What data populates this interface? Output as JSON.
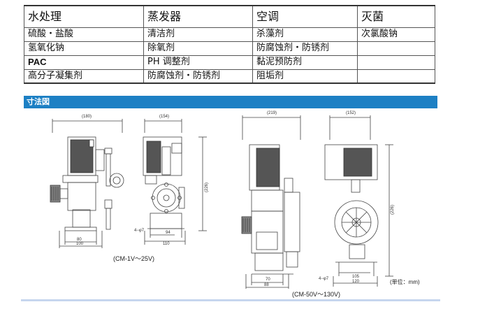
{
  "table": {
    "headers": [
      "水处理",
      "蒸发器",
      "空调",
      "灭菌"
    ],
    "rows": [
      [
        "硫酸・盐酸",
        "清洁剂",
        "杀藻剂",
        "次氯酸钠"
      ],
      [
        "氢氧化钠",
        "除氧剂",
        "防腐蚀剂・防锈剂",
        ""
      ],
      [
        "PAC",
        "PH 调整剂",
        "黏泥预防剂",
        ""
      ],
      [
        "高分子凝集剂",
        "防腐蚀剂・防锈剂",
        "阻垢剂",
        ""
      ]
    ]
  },
  "section": {
    "title": "寸法図"
  },
  "drawings": {
    "small": {
      "caption": "(CM-1V～25V)",
      "front": {
        "width_top": "(180)",
        "inner_width": "80",
        "base_width": "100"
      },
      "side": {
        "width_top": "(154)",
        "height": "(226)",
        "hole": "4−φ7",
        "inner_width": "94",
        "base_width": "110"
      }
    },
    "large": {
      "caption": "(CM-50V～130V)",
      "front": {
        "width_top": "(219)",
        "inner_width": "70",
        "base_width": "88"
      },
      "side": {
        "width_top": "(152)",
        "height": "(226)",
        "hole": "4−φ7",
        "inner_width": "105",
        "base_width": "120"
      }
    },
    "unit_note": "(単位：mm)"
  },
  "colors": {
    "section_bar": "#1d80c4",
    "bottom_rule": "#c6d6ee"
  }
}
